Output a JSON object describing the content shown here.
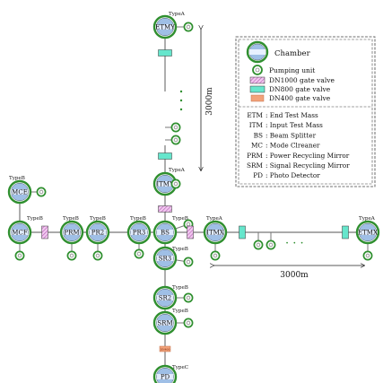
{
  "legend": {
    "entries": [
      {
        "key": "chamber",
        "label": "Chamber"
      },
      {
        "key": "pump",
        "label": "Pumping  unit"
      },
      {
        "key": "dn1000",
        "label": "DN1000 gate valve"
      },
      {
        "key": "dn800",
        "label": "DN800 gate valve"
      },
      {
        "key": "dn400",
        "label": "DN400 gate valve"
      }
    ],
    "abbreviations": [
      {
        "abbr": "ETM",
        "text": ": End Test Mass"
      },
      {
        "abbr": "ITM",
        "text": ": Input Test Mass"
      },
      {
        "abbr": "BS",
        "text": ": Beam Splitter"
      },
      {
        "abbr": "MC",
        "text": ": Mode Clreaner"
      },
      {
        "abbr": "PRM",
        "text": ": Power Recycling  Mirror"
      },
      {
        "abbr": "SRM",
        "text": ": Signal Recycling  Mirror"
      },
      {
        "abbr": "PD",
        "text": ": Photo Detector"
      }
    ]
  },
  "chambers": [
    {
      "id": "ETMY",
      "label": "ETMY",
      "type": "TypeA"
    },
    {
      "id": "ITMY",
      "label": "ITMY",
      "type": "TypeA"
    },
    {
      "id": "MCE",
      "label": "MCE",
      "type": "TypeB"
    },
    {
      "id": "MCF",
      "label": "MCF",
      "type": "TypeB"
    },
    {
      "id": "PRM",
      "label": "PRM",
      "type": "TypeB"
    },
    {
      "id": "PR2",
      "label": "PR2",
      "type": "TypeB"
    },
    {
      "id": "PR3",
      "label": "PR3",
      "type": "TypeB"
    },
    {
      "id": "BS",
      "label": "BS",
      "type": "TypeB"
    },
    {
      "id": "ITMX",
      "label": "ITMX",
      "type": "TypeA"
    },
    {
      "id": "ETMX",
      "label": "ETMX",
      "type": "TypeA"
    },
    {
      "id": "SR3",
      "label": "SR3",
      "type": "TypeB"
    },
    {
      "id": "SR2",
      "label": "SR2",
      "type": "TypeB"
    },
    {
      "id": "SRM",
      "label": "SRM",
      "type": "TypeB"
    },
    {
      "id": "PD",
      "label": "PD",
      "type": "TypeC"
    }
  ],
  "dimensions": {
    "vertical": "3000m",
    "horizontal": "3000m"
  },
  "dots": {
    "horizontal": "·  ·  ·"
  },
  "dn400_label": "DN400",
  "colors": {
    "chamber_fill": "#9fbfe6",
    "chamber_ring": "#2f8f2f",
    "pump_ring": "#2f8f2f",
    "dn1000": "#e6a6e6",
    "dn800": "#66e6cc",
    "dn400": "#f2a27a",
    "line": "#777777"
  }
}
